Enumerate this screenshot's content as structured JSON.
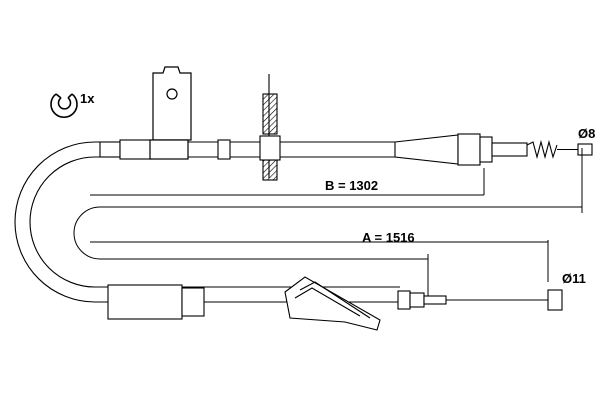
{
  "clip": {
    "icon": "retaining-clip-icon",
    "quantity": "1x"
  },
  "dimensions": {
    "B": "B = 1302",
    "A": "A = 1516"
  },
  "fittings": {
    "top_end_diameter": "Ø8",
    "bottom_end_diameter": "Ø11"
  },
  "colors": {
    "line": "#000000",
    "background": "#ffffff"
  }
}
